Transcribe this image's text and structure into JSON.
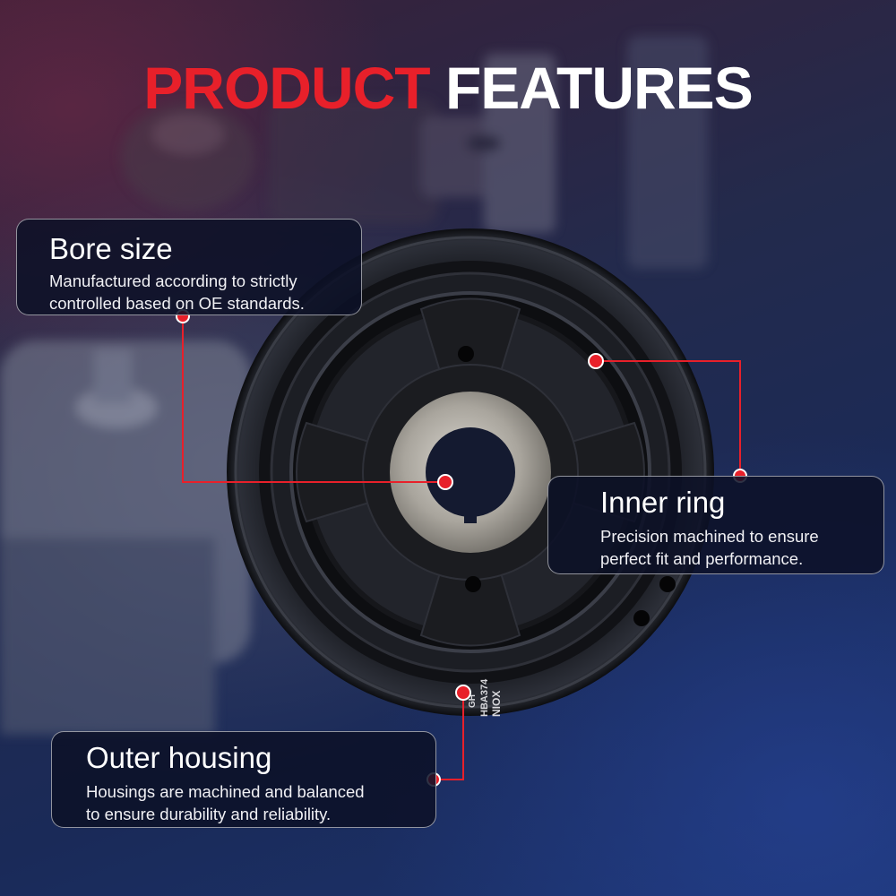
{
  "headline": {
    "part1": "PRODUCT",
    "part2": "FEATURES"
  },
  "features": [
    {
      "title": "Bore size",
      "description_line1": "Manufactured according to strictly",
      "description_line2": "controlled based on OE standards."
    },
    {
      "title": "Inner ring",
      "description_line1": "Precision machined to ensure",
      "description_line2": "perfect fit and performance."
    },
    {
      "title": "Outer housing",
      "description_line1": "Housings are machined and balanced",
      "description_line2": "to ensure durability and reliability."
    }
  ],
  "product_markings": {
    "brand": "NIOX",
    "part_number": "HBA374",
    "code": "GH"
  },
  "colors": {
    "accent_red": "#e8202a",
    "text_white": "#ffffff",
    "card_background": "#0c1026"
  },
  "icons": [
    "callout-dot-icon"
  ]
}
